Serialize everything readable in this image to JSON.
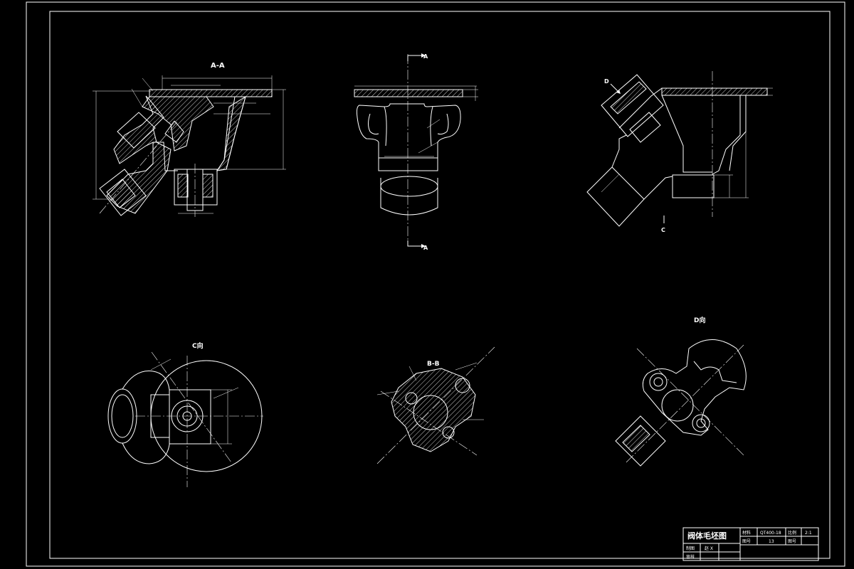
{
  "colors": {
    "background": "#000000",
    "lines": "#ffffff"
  },
  "views": {
    "section_aa": {
      "title": "A-A"
    },
    "front": {
      "arrow_label_top": "A",
      "arrow_label_bottom": "A"
    },
    "side": {
      "arrow_label_d": "D",
      "arrow_label_c": "C"
    },
    "view_c": {
      "title": "C向"
    },
    "section_bb": {
      "title": "B-B"
    },
    "view_d": {
      "title": "D向"
    }
  },
  "title_block": {
    "drawing_name": "阀体毛坯图",
    "material_label": "材料",
    "material_value": "QT400-18",
    "scale_label": "比例",
    "scale_value": "2:1",
    "drawing_no_label": "图号",
    "drawing_no_value": "13",
    "sheet_label": "图号",
    "designer_label": "制图",
    "designer_value": "赵 X",
    "checker_label": "审核"
  }
}
